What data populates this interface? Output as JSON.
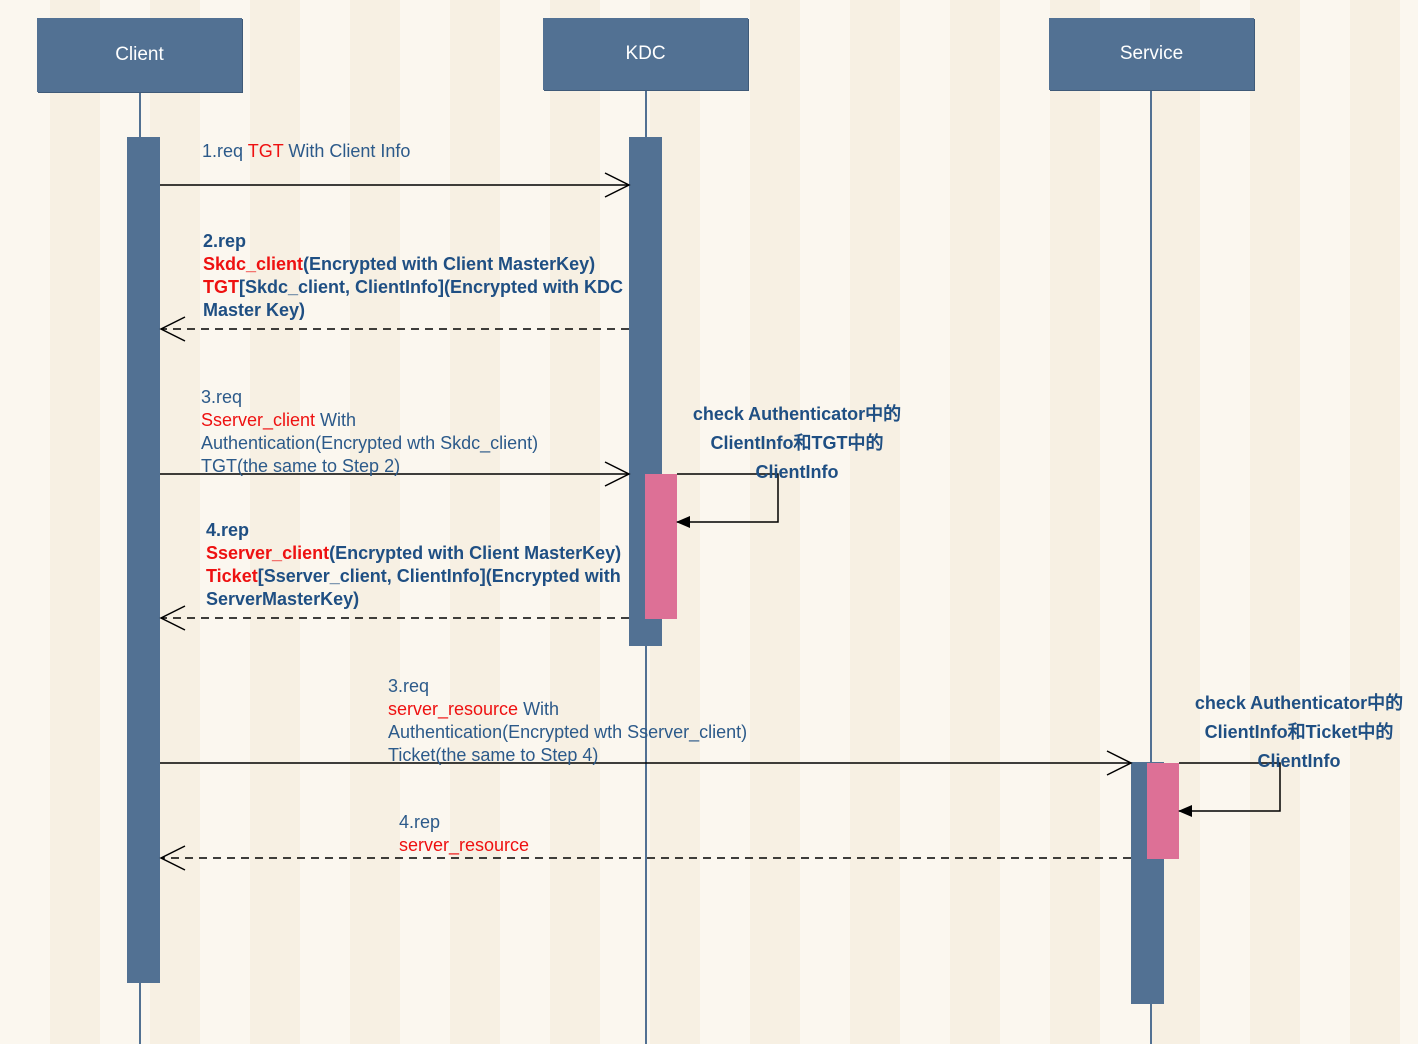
{
  "participants": {
    "client": "Client",
    "kdc": "KDC",
    "service": "Service"
  },
  "messages": {
    "m1": {
      "prefix": "1.req ",
      "tgt": "TGT",
      "rest": " With Client Info"
    },
    "m2": {
      "line1": "2.rep",
      "line2_hl": "Skdc_client",
      "line2_rest": "(Encrypted with Client MasterKey)",
      "line3_hl": "TGT",
      "line3_rest": "[Skdc_client, ClientInfo](Encrypted with KDC",
      "line4": "Master Key)"
    },
    "m3": {
      "line1": "3.req",
      "line2_hl": "Sserver_client",
      "line2_rest": " With",
      "line3": "Authentication(Encrypted wth Skdc_client)",
      "line4": "TGT(the same to Step 2)"
    },
    "m4": {
      "line1": "4.rep",
      "line2_hl": "Sserver_client",
      "line2_rest": "(Encrypted with Client MasterKey)",
      "line3_hl": "Ticket",
      "line3_rest": "[Sserver_client, ClientInfo](Encrypted with",
      "line4": "ServerMasterKey)"
    },
    "m5": {
      "line1": "3.req",
      "line2_hl": "server_resource",
      "line2_rest": " With",
      "line3": "Authentication(Encrypted wth Sserver_client)",
      "line4": "Ticket(the same to Step 4)"
    },
    "m6": {
      "line1": "4.rep",
      "line2_hl": "server_resource"
    }
  },
  "notes": {
    "kdc": {
      "line1": "check Authenticator中的",
      "line2": "ClientInfo和TGT中的",
      "line3": "ClientInfo"
    },
    "service": {
      "line1": "check Authenticator中的",
      "line2": "ClientInfo和Ticket中的",
      "line3": "ClientInfo"
    }
  },
  "colors": {
    "participant": "#527193",
    "activation": "#527193",
    "self_activation": "#dd7096",
    "highlight": "#ee1111",
    "message_text": "#2c5a8a"
  }
}
